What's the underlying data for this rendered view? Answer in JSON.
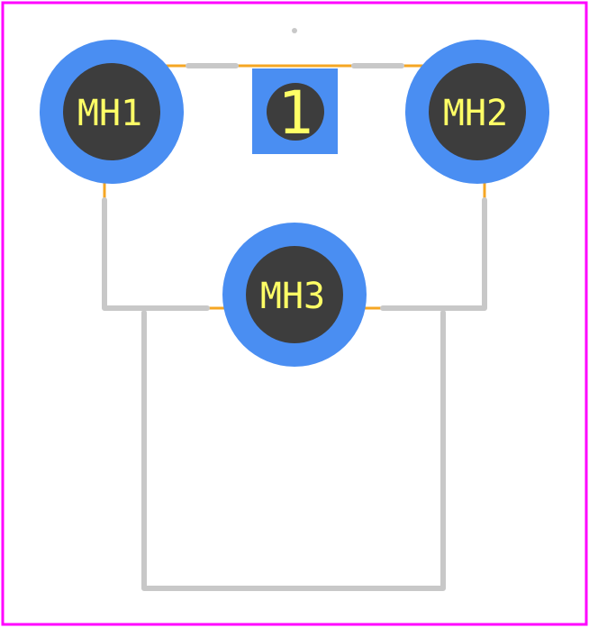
{
  "colors": {
    "background": "#ffffff",
    "board_outline": "#ff00ff",
    "silkscreen": "#c8c8c8",
    "copper_ring": "#4a8ef2",
    "drill_hole": "#3d3d3d",
    "label": "#ffff66",
    "track": "#f5a623"
  },
  "pads": {
    "mh1": {
      "label": "MH1"
    },
    "mh2": {
      "label": "MH2"
    },
    "mh3": {
      "label": "MH3"
    },
    "pin1": {
      "label": "1"
    }
  }
}
